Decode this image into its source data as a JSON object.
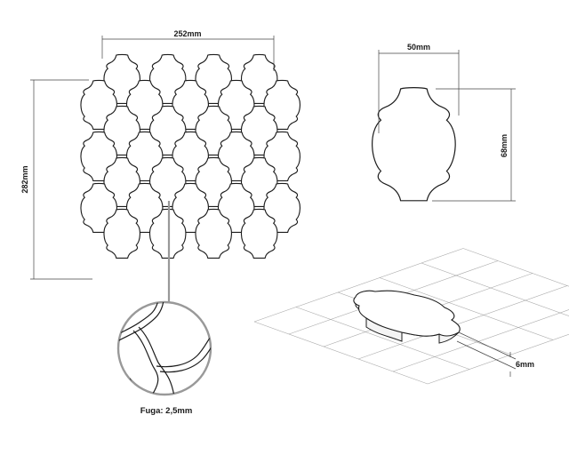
{
  "sheet": {
    "width_label": "252mm",
    "height_label": "282mm",
    "joint_caption": "Fuga: 2,5mm"
  },
  "single_tile": {
    "width_label": "50mm",
    "height_label": "68mm"
  },
  "perspective": {
    "thickness_label": "6mm"
  },
  "colors": {
    "line": "#1c1c1c",
    "dimension": "#444444",
    "grid": "#aaaaaa",
    "leader": "#999999",
    "background": "#ffffff"
  }
}
